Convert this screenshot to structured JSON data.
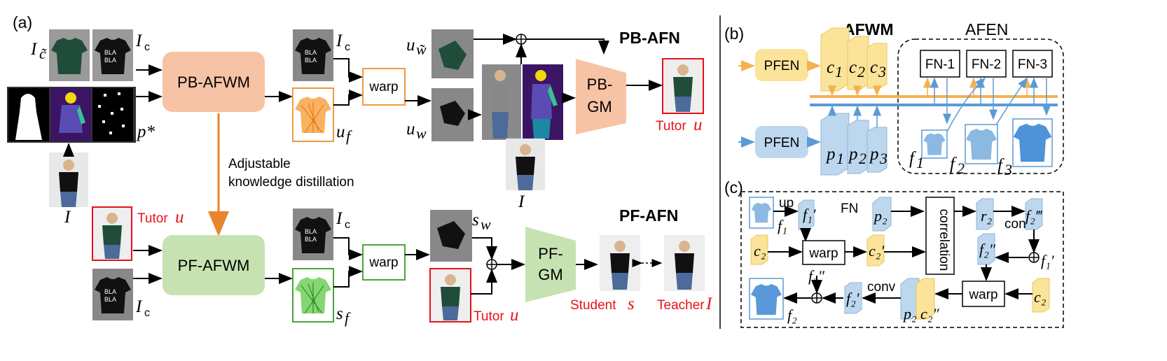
{
  "panel_labels": {
    "a": "(a)",
    "b": "(b)",
    "c": "(c)"
  },
  "titles": {
    "pb_afn": "PB-AFN",
    "pf_afn": "PF-AFN",
    "afwm": "AFWM",
    "afen": "AFEN"
  },
  "modules": {
    "pb_afwm": "PB-AFWM",
    "pf_afwm": "PF-AFWM",
    "pb_gm_1": "PB-",
    "pb_gm_2": "GM",
    "pf_gm_1": "PF-",
    "pf_gm_2": "GM",
    "warp": "warp",
    "pfen": "PFEN",
    "fn1": "FN-1",
    "fn2": "FN-2",
    "fn3": "FN-3",
    "fn": "FN",
    "correlation": "correlation",
    "up": "up",
    "conv": "conv"
  },
  "distill": {
    "line1": "Adjustable",
    "line2": "knowledge distillation"
  },
  "math": {
    "I_ctilde": "I",
    "I_c": "I",
    "p_star": "p*",
    "I": "I",
    "u_w_tilde": "u",
    "u_w": "u",
    "u_f": "u",
    "s_w": "s",
    "s_f": "s",
    "c1": "c",
    "c2": "c",
    "c3": "c",
    "p1": "p",
    "p2": "p",
    "p3": "p",
    "f1": "f",
    "f2": "f",
    "f3": "f"
  },
  "red_labels": {
    "tutor": "Tutor",
    "student": "Student",
    "teacher": "Teacher"
  },
  "colors": {
    "pb_orange": "#f7c3a5",
    "pf_green": "#c6e2b1",
    "afwm_yellow": "#fbe39a",
    "pfen_blue": "#bdd7ee",
    "orange_line": "#f5b050",
    "blue_line": "#5b9bd5",
    "red": "#e8111a"
  }
}
